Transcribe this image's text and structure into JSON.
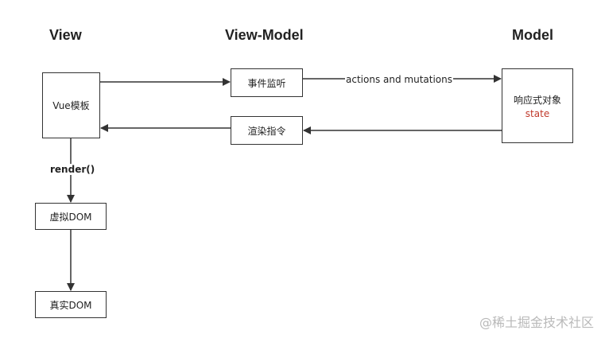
{
  "columns": {
    "view": "View",
    "view_model": "View-Model",
    "model": "Model"
  },
  "nodes": {
    "vue_template": "Vue模板",
    "event_listen": "事件监听",
    "render_directive": "渲染指令",
    "reactive_object": "响应式对象",
    "state": "state",
    "virtual_dom": "虚拟DOM",
    "real_dom": "真实DOM"
  },
  "edges": {
    "actions_mutations": "actions and mutations",
    "render_call": "render()"
  },
  "watermark": "@稀土掘金技术社区",
  "colors": {
    "line": "#333333",
    "state_text": "#c0392b",
    "watermark": "#b9b9b9"
  }
}
